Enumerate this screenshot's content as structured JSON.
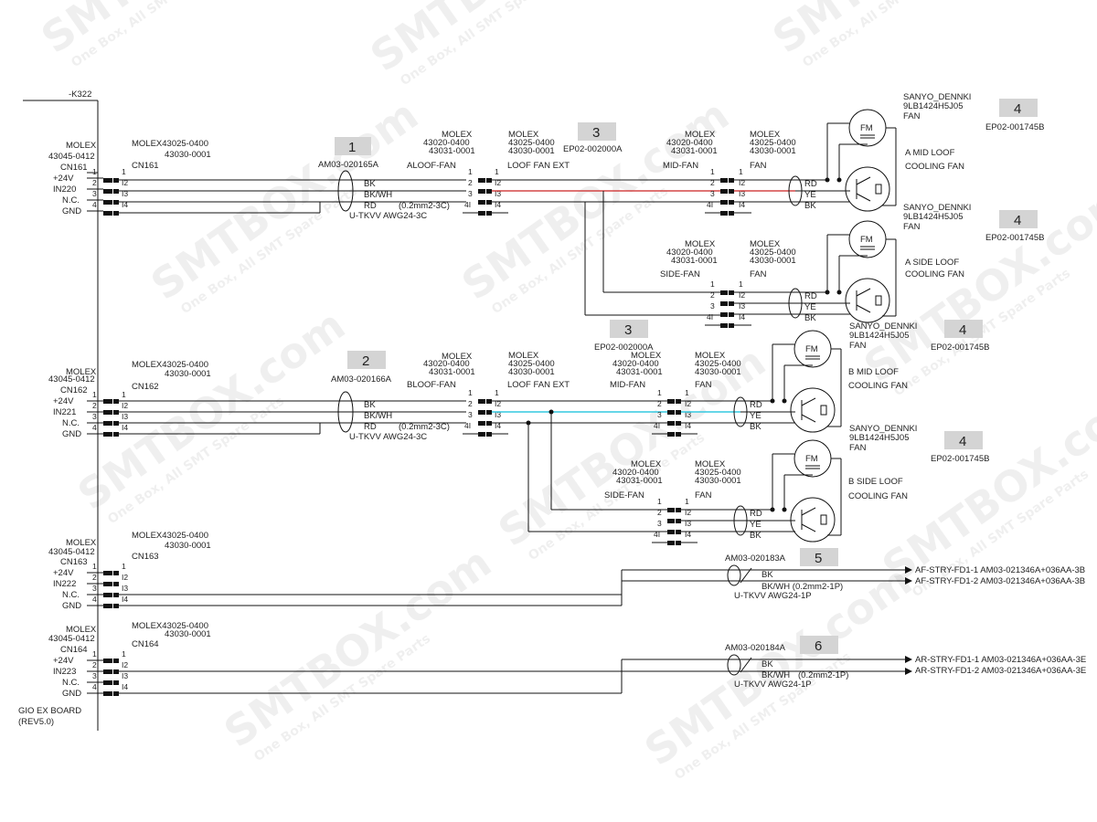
{
  "header": {
    "connector_ref": "-K322"
  },
  "board": {
    "name": "GIO EX BOARD",
    "rev": "(REV5.0)"
  },
  "watermark": {
    "text": "SMTBOX.com",
    "sub": "One Box, All SMT Spare Parts"
  },
  "wire_colors": {
    "red": "#cc2222",
    "cyan": "#33c8e0"
  },
  "circuits": [
    {
      "molex": "MOLEX",
      "molex_pn": "43045-0412",
      "cn": "CN161",
      "in": "IN220",
      "plug_pn1": "MOLEX43025-0400",
      "plug_pn2": "43030-0001",
      "plug_cn": "CN161",
      "tag": "1",
      "cable_pn": "AM03-020165A",
      "wires": [
        "BK",
        "BK/WH",
        "RD"
      ],
      "cable_spec": "(0.2mm2-3C)",
      "cable_type": "U-TKVV AWG24-3C"
    },
    {
      "molex": "MOLEX",
      "molex_pn": "43045-0412",
      "cn": "CN162",
      "in": "IN221",
      "plug_pn1": "MOLEX43025-0400",
      "plug_pn2": "43030-0001",
      "plug_cn": "CN162",
      "tag": "2",
      "cable_pn": "AM03-020166A",
      "wires": [
        "BK",
        "BK/WH",
        "RD"
      ],
      "cable_spec": "(0.2mm2-3C)",
      "cable_type": "U-TKVV AWG24-3C"
    },
    {
      "molex": "MOLEX",
      "molex_pn": "43045-0412",
      "cn": "CN163",
      "in": "IN222",
      "plug_pn1": "MOLEX43025-0400",
      "plug_pn2": "43030-0001",
      "plug_cn": "CN163",
      "tag": "5",
      "cable_pn": "AM03-020183A",
      "wires": [
        "BK",
        "BK/WH (0.2mm2-1P)"
      ],
      "cable_type": "U-TKVV AWG24-1P",
      "dest": [
        "AF-STRY-FD1-1  AM03-021346A+036AA-3B",
        "AF-STRY-FD1-2  AM03-021346A+036AA-3B"
      ]
    },
    {
      "molex": "MOLEX",
      "molex_pn": "43045-0412",
      "cn": "CN164",
      "in": "IN223",
      "plug_pn1": "MOLEX43025-0400",
      "plug_pn2": "43030-0001",
      "plug_cn": "CN164",
      "tag": "6",
      "cable_pn": "AM03-020184A",
      "wires": [
        "BK",
        "BK/WH"
      ],
      "cable_spec": "(0.2mm2-1P)",
      "cable_type": "U-TKVV AWG24-1P",
      "dest": [
        "AR-STRY-FD1-1  AM03-021346A+036AA-3E",
        "AR-STRY-FD1-2  AM03-021346A+036AA-3E"
      ]
    }
  ],
  "pins": [
    "+24V",
    "N.C.",
    "GND"
  ],
  "pin_numbers": [
    "1",
    "2",
    "3",
    "4"
  ],
  "pin_numbers_i": [
    "1",
    "I2",
    "I3",
    "I4"
  ],
  "pin_numbers_4i": [
    "4I"
  ],
  "relay": [
    {
      "molex": "MOLEX",
      "pn1": "43020-0400",
      "pn2": "43031-0001",
      "name": "ALOOF-FAN",
      "pn3": "43025-0400",
      "pn4": "43030-0001",
      "name2": "LOOF FAN EXT",
      "tag": "3",
      "ep": "EP02-002000A"
    },
    {
      "molex": "MOLEX",
      "pn1": "43020-0400",
      "pn2": "43031-0001",
      "name": "BLOOF-FAN",
      "pn3": "43030-0001",
      "name2": "LOOF FAN EXT",
      "tag": "3",
      "ep": "EP02-002000A"
    }
  ],
  "fans": [
    {
      "maker": "SANYO_DENNKI",
      "model": "9LB1424H5J05",
      "kind": "FAN",
      "tag": "4",
      "ep": "EP02-001745B",
      "molex": "MOLEX",
      "pn1": "43020-0400",
      "pn2": "43031-0001",
      "conn": "MID-FAN",
      "pn3": "43025-0400",
      "pn4": "43030-0001",
      "fanlbl": "FAN",
      "desc1": "A MID LOOF",
      "desc2": "COOLING FAN",
      "wires": [
        "RD",
        "YE",
        "BK"
      ]
    },
    {
      "maker": "SANYO_DENNKI",
      "model": "9LB1424H5J05",
      "kind": "FAN",
      "tag": "4",
      "ep": "EP02-001745B",
      "molex": "MOLEX",
      "pn1": "43020-0400",
      "pn2": "43031-0001",
      "conn": "SIDE-FAN",
      "pn3": "43025-0400",
      "pn4": "43030-0001",
      "fanlbl": "FAN",
      "desc1": "A SIDE LOOF",
      "desc2": "COOLING FAN",
      "wires": [
        "RD",
        "YE",
        "BK"
      ]
    },
    {
      "maker": "SANYO_DENNKI",
      "model": "9LB1424H5J05",
      "kind": "FAN",
      "tag": "4",
      "ep": "EP02-001745B",
      "molex": "MOLEX",
      "pn1": "43020-0400",
      "pn2": "43031-0001",
      "conn": "MID-FAN",
      "pn3": "43025-0400",
      "pn4": "43030-0001",
      "fanlbl": "FAN",
      "desc1": "B MID LOOF",
      "desc2": "COOLING FAN",
      "wires": [
        "RD",
        "YE",
        "BK"
      ]
    },
    {
      "maker": "SANYO_DENNKI",
      "model": "9LB1424H5J05",
      "kind": "FAN",
      "tag": "4",
      "ep": "EP02-001745B",
      "molex": "MOLEX",
      "pn1": "43020-0400",
      "pn2": "43031-0001",
      "conn": "SIDE-FAN",
      "pn3": "43025-0400",
      "pn4": "43030-0001",
      "fanlbl": "FAN",
      "desc1": "B SIDE LOOF",
      "desc2": "COOLING FAN",
      "wires": [
        "RD",
        "YE",
        "BK"
      ]
    }
  ],
  "fm_label": "FM"
}
